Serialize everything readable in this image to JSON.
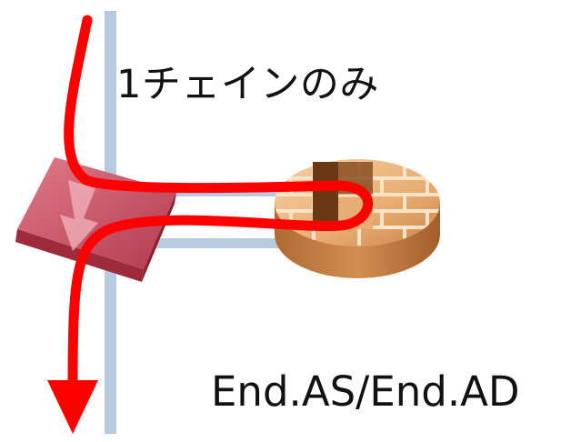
{
  "labels": {
    "top": "1チェインのみ",
    "bottom": "End.AS/End.AD"
  },
  "colors": {
    "flow_arrow": "#ff0000",
    "link_line": "#b7cbe0",
    "router_face": "#c94a5d",
    "firewall_brick": "#e8ad72"
  },
  "icons": {
    "router": "router-icon",
    "firewall": "firewall-icon",
    "flow": "traffic-flow-arrow"
  }
}
